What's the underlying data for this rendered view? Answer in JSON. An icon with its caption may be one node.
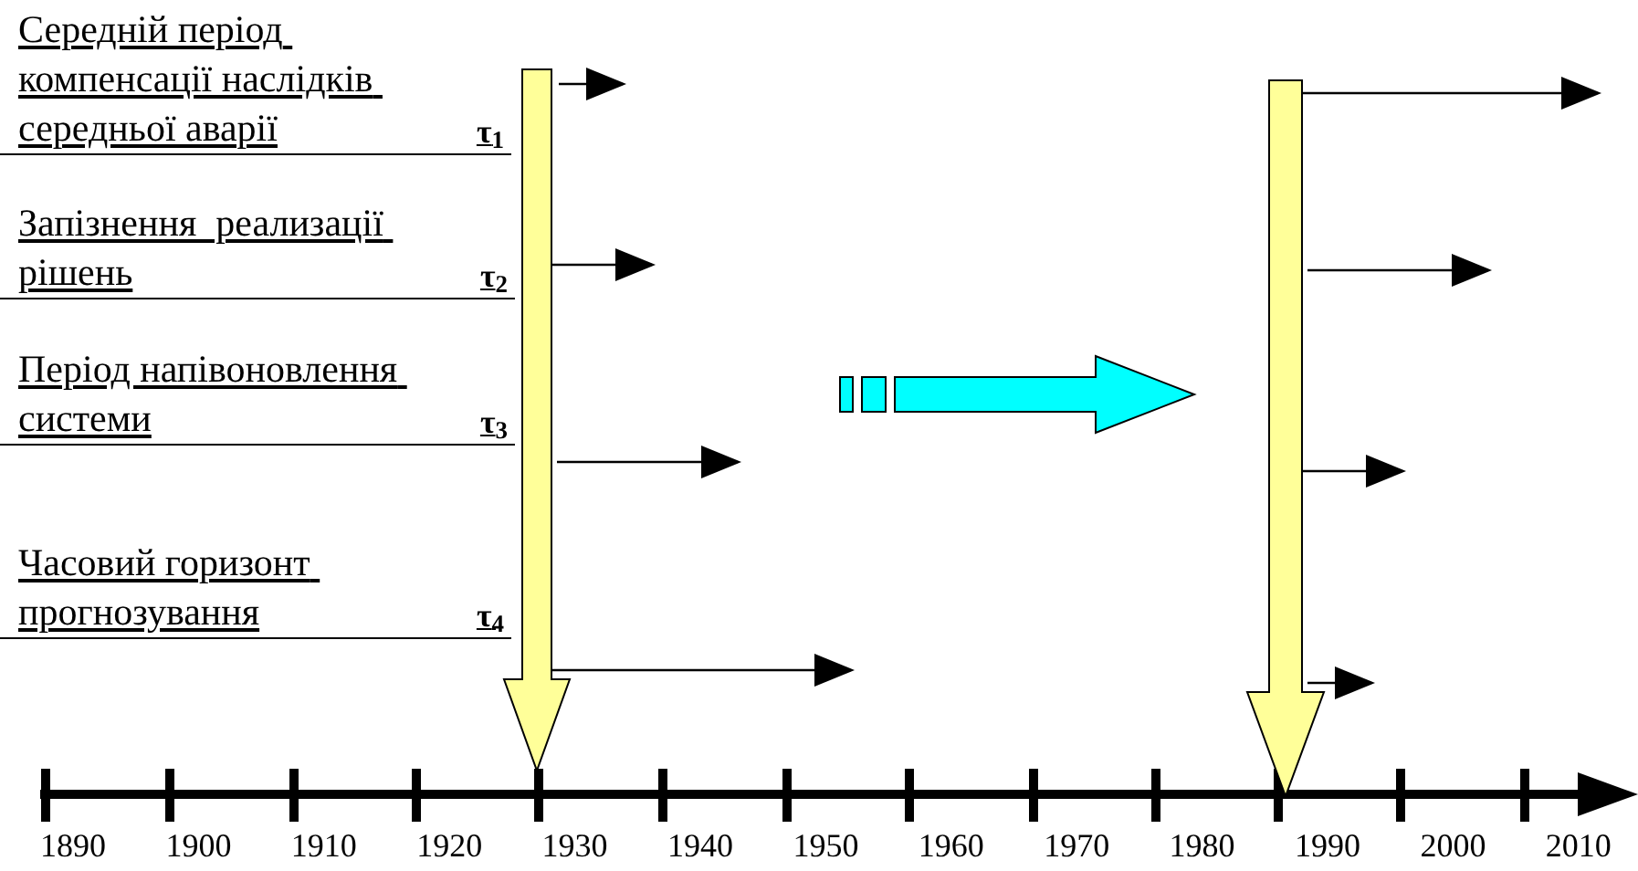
{
  "diagram": {
    "nodes": [
      {
        "text": [
          "Середній період компенсації наслідків середньої аварії",
          "τ$_{1}$"
        ]
      },
      {
        "text": [
          "Запізнення  реализації рішень",
          "τ$_{2}$"
        ]
      },
      {
        "text": [
          "Період напівоновлення системи",
          "τ$_{3}$"
        ]
      },
      {
        "text": [
          "Часовий горизонт прогнозування",
          "τ$_{4}$"
        ]
      },
      {
        "text": [],
        "shape": "arrow"
      },
      {
        "text": [],
        "shape": "arrow"
      }
    ],
    "edges": [
      {
        "from": 4,
        "to": null,
        "arrow": "to"
      },
      {
        "from": 4,
        "to": null,
        "arrow": "to"
      },
      {
        "from": 4,
        "to": null,
        "arrow": "to"
      },
      {
        "from": 4,
        "to": null,
        "arrow": "to"
      },
      {
        "from": 5,
        "to": null,
        "arrow": "to"
      },
      {
        "from": 5,
        "to": null,
        "arrow": "to"
      },
      {
        "from": 5,
        "to": null,
        "arrow": "to"
      },
      {
        "from": 5,
        "to": null,
        "arrow": "to"
      }
    ],
    "labels": [
      "1890",
      "1900",
      "1910",
      "1920",
      "1930",
      "1940",
      "1950",
      "1960",
      "1970",
      "1980",
      "1990",
      "2000",
      "2010"
    ]
  }
}
